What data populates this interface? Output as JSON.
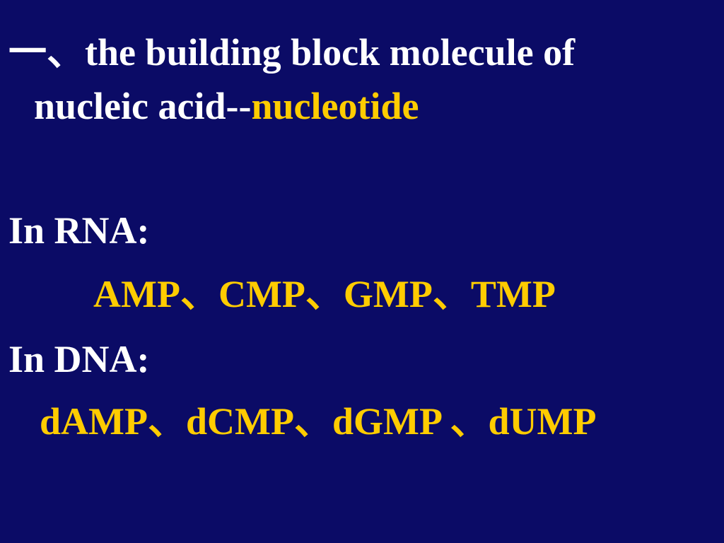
{
  "slide": {
    "title": {
      "line1": "一、the building block molecule of",
      "line2_prefix": "nucleic acid--",
      "line2_highlight": "nucleotide"
    },
    "rna": {
      "label": "In RNA:",
      "list": "AMP、CMP、GMP、TMP"
    },
    "dna": {
      "label": "In DNA:",
      "list": "dAMP、dCMP、dGMP 、dUMP"
    }
  },
  "colors": {
    "background": "#0b0b66",
    "primary_text": "#ffffff",
    "highlight_text": "#ffcc00"
  }
}
